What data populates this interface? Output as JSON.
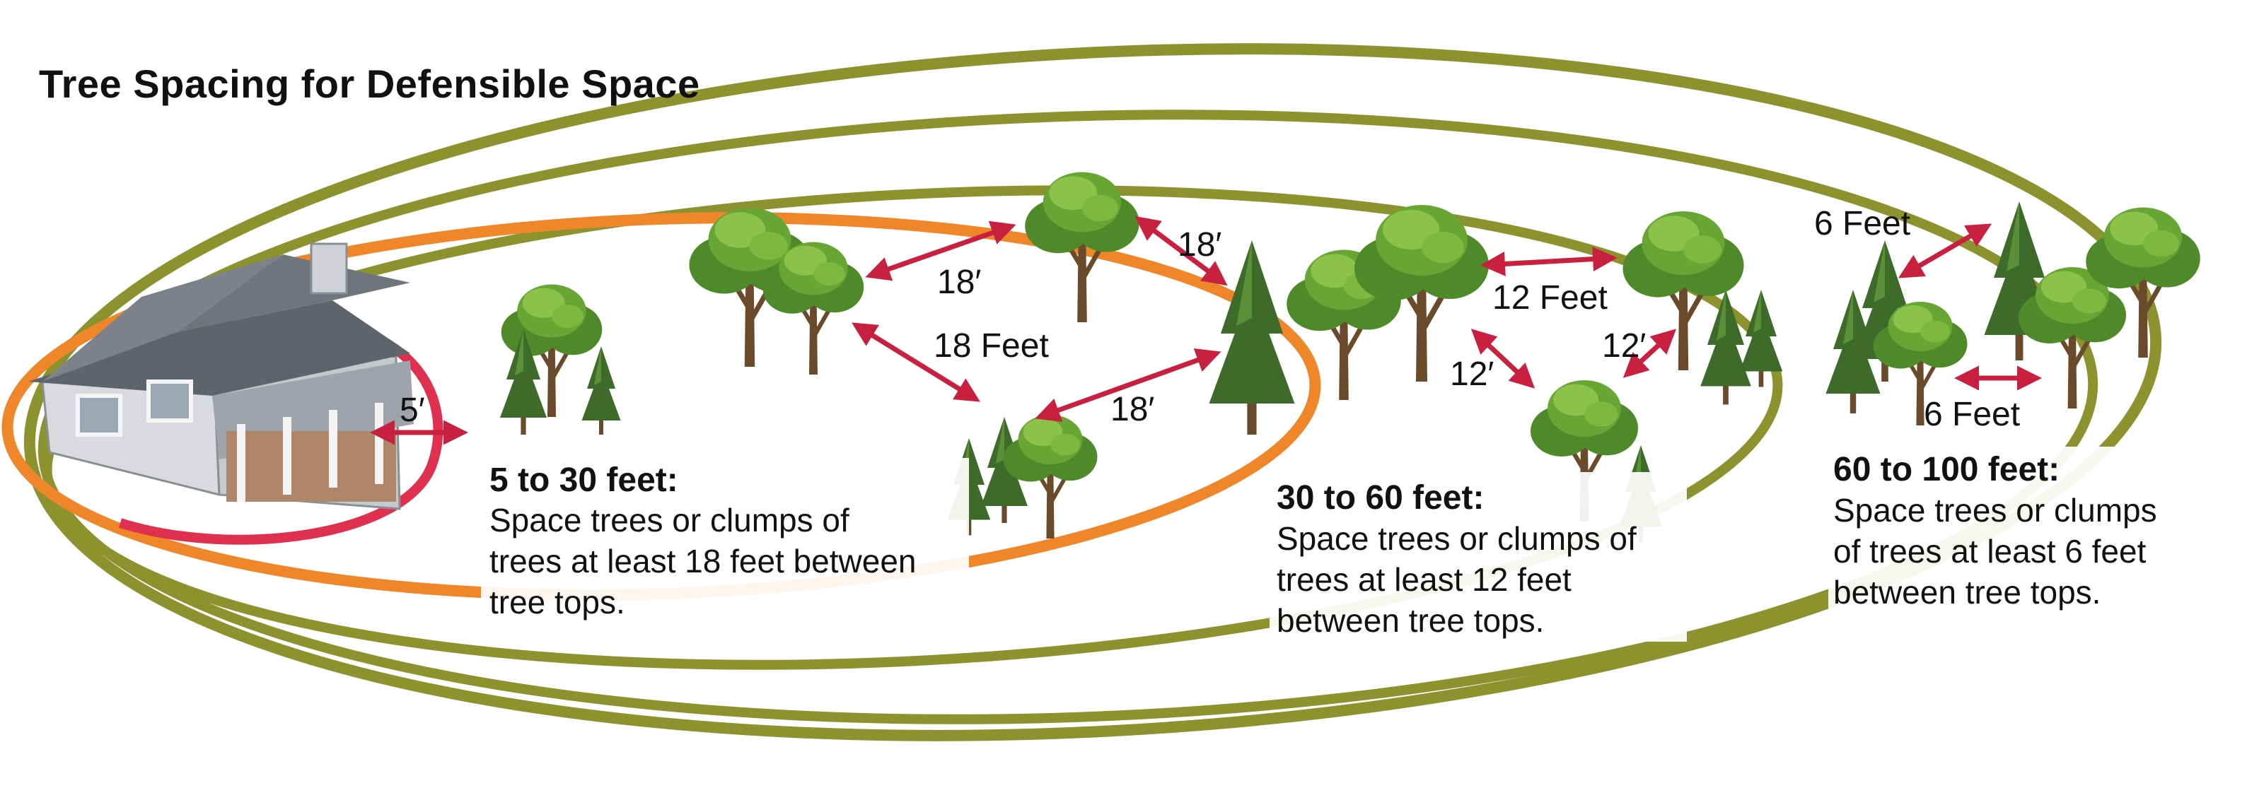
{
  "title": "Tree Spacing for Defensible Space",
  "colors": {
    "zone1_ring": "#e0304f",
    "zone2_ring": "#f0862a",
    "zone3_ring": "#8c932e",
    "arrow": "#c8203e",
    "tree_green": "#5a9a2e",
    "conifer_green": "#3f6b2a",
    "trunk": "#6b4a2b",
    "roof": "#666b73",
    "wall": "#d8dade"
  },
  "icons": [
    "house-icon",
    "deciduous-tree-icon",
    "conifer-tree-icon",
    "double-arrow-icon"
  ],
  "zones": {
    "zone1": {
      "label": "5′"
    },
    "zone2": {
      "heading": "5 to 30 feet:",
      "body": [
        "Space trees or clumps of",
        "trees at least 18 feet between",
        "tree tops."
      ],
      "center_label": "18 Feet",
      "arrow_labels": [
        "18′",
        "18′",
        "18′"
      ]
    },
    "zone3": {
      "heading": "30 to 60 feet:",
      "body": [
        "Space trees or clumps of",
        "trees at least 12 feet",
        "between tree tops."
      ],
      "top_label": "12 Feet",
      "arrow_labels": [
        "12′",
        "12′"
      ]
    },
    "zone4": {
      "heading": "60 to 100 feet:",
      "body": [
        "Space trees or clumps",
        "of trees at least 6 feet",
        "between tree tops."
      ],
      "top_label": "6 Feet",
      "bottom_label": "6 Feet"
    }
  }
}
